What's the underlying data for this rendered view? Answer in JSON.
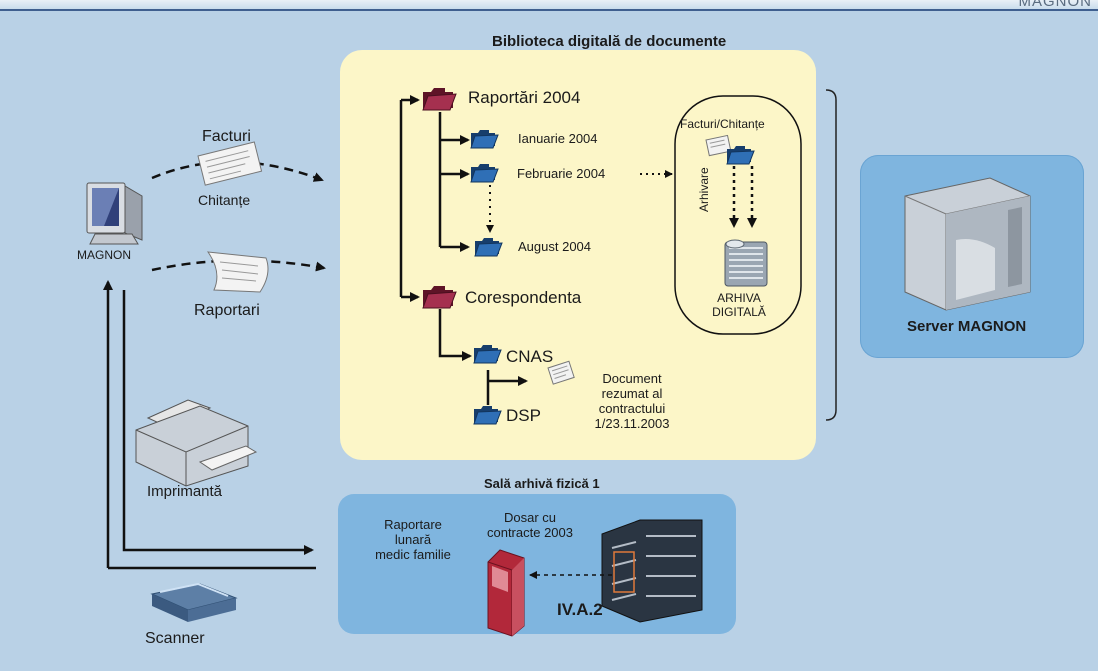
{
  "header": {
    "brand": "MAGNON"
  },
  "library": {
    "title": "Biblioteca digitală de documente",
    "folders": {
      "reports": "Raportări 2004",
      "jan": "Ianuarie 2004",
      "feb": "Februarie 2004",
      "aug": "August 2004",
      "correspondence": "Corespondenta",
      "cnas": "CNAS",
      "dsp": "DSP"
    },
    "archive": {
      "docs_label": "Facturi/Chitanțe",
      "arrow_label": "Arhivare",
      "line1": "ARHIVA",
      "line2": "DIGITALĂ"
    },
    "document": {
      "line1": "Document",
      "line2": "rezumat al",
      "line3": "contractului",
      "line4": "1/23.11.2003"
    }
  },
  "left": {
    "computer_label": "MAGNON",
    "invoices_label": "Facturi",
    "receipts_label": "Chitanțe",
    "reports_label": "Raportari",
    "printer_label": "Imprimantă",
    "scanner_label": "Scanner"
  },
  "server": {
    "label": "Server MAGNON"
  },
  "physical_archive": {
    "title": "Sală arhivă fizică 1",
    "report_line1": "Raportare",
    "report_line2": "lunară",
    "report_line3": "medic familie",
    "folder_line1": "Dosar cu",
    "folder_line2": "contracte 2003",
    "code": "IV.A.2"
  },
  "colors": {
    "background": "#b9d1e6",
    "library_panel": "#fcf6c8",
    "blue_panel": "#7fb5df",
    "folder_red": "#a5304f",
    "folder_blue": "#2f6fb6"
  }
}
